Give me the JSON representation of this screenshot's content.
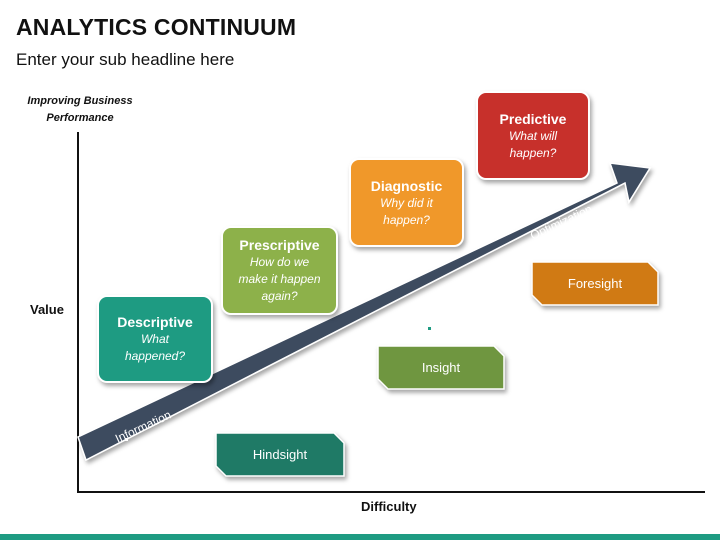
{
  "title": "ANALYTICS CONTINUUM",
  "subtitle": "Enter your sub headline here",
  "axes": {
    "y_label": "Improving Business Performance",
    "value_label": "Value",
    "x_label": "Difficulty"
  },
  "boxes": [
    {
      "title": "Descriptive",
      "question": "What\nhappened?",
      "color": "#1e9b82"
    },
    {
      "title": "Prescriptive",
      "question": "How do we\nmake it happen\nagain?",
      "color": "#8db14a"
    },
    {
      "title": "Diagnostic",
      "question": "Why did it\nhappen?",
      "color": "#f0982a"
    },
    {
      "title": "Predictive",
      "question": "What will\nhappen?",
      "color": "#c7302b"
    }
  ],
  "tags": [
    {
      "label": "Hindsight",
      "color": "#1f7a66"
    },
    {
      "label": "Insight",
      "color": "#6f9640"
    },
    {
      "label": "Foresight",
      "color": "#d07a14"
    }
  ],
  "arrow": {
    "start_label": "Information",
    "end_label": "Optimization",
    "color": "#3e4b5e"
  }
}
